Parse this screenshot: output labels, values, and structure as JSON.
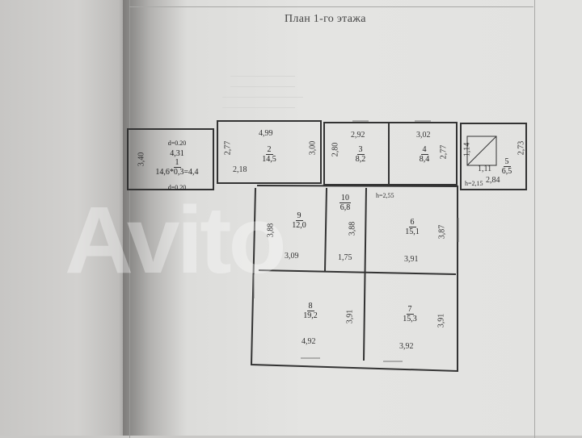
{
  "document": {
    "title": "План 1-го этажа",
    "watermark": "Avito"
  },
  "rooms": [
    {
      "id": "1",
      "area": "14,6*0,3=4,4",
      "width": "4,31",
      "height": "3,40",
      "notes": [
        "d=0.20",
        "d=0.20"
      ]
    },
    {
      "id": "2",
      "area": "14,5",
      "width": "4,99",
      "height_left": "2,77",
      "height_right": "3,00",
      "bottom": "2,18"
    },
    {
      "id": "3",
      "area": "8,2",
      "width": "2,92",
      "height": "2,80"
    },
    {
      "id": "4",
      "area": "8,4",
      "width": "3,02",
      "height": "2,77"
    },
    {
      "id": "5",
      "area": "6,5",
      "width": "2,84",
      "height": "2,73",
      "shaft_w": "1,11",
      "shaft_h": "1,14",
      "h_note": "h=2,15"
    },
    {
      "id": "6",
      "area": "15,1",
      "width": "3,91",
      "height": "3,87",
      "h_note": "h=2,55"
    },
    {
      "id": "7",
      "area": "15,3",
      "width": "3,92",
      "height": "3,91"
    },
    {
      "id": "8",
      "area": "19,2",
      "width": "4,92",
      "height": "3,91"
    },
    {
      "id": "9",
      "area": "12,0",
      "width": "3,09",
      "height": "3,88"
    },
    {
      "id": "10",
      "area": "6,8",
      "width": "1,75",
      "height": "3,88"
    }
  ]
}
